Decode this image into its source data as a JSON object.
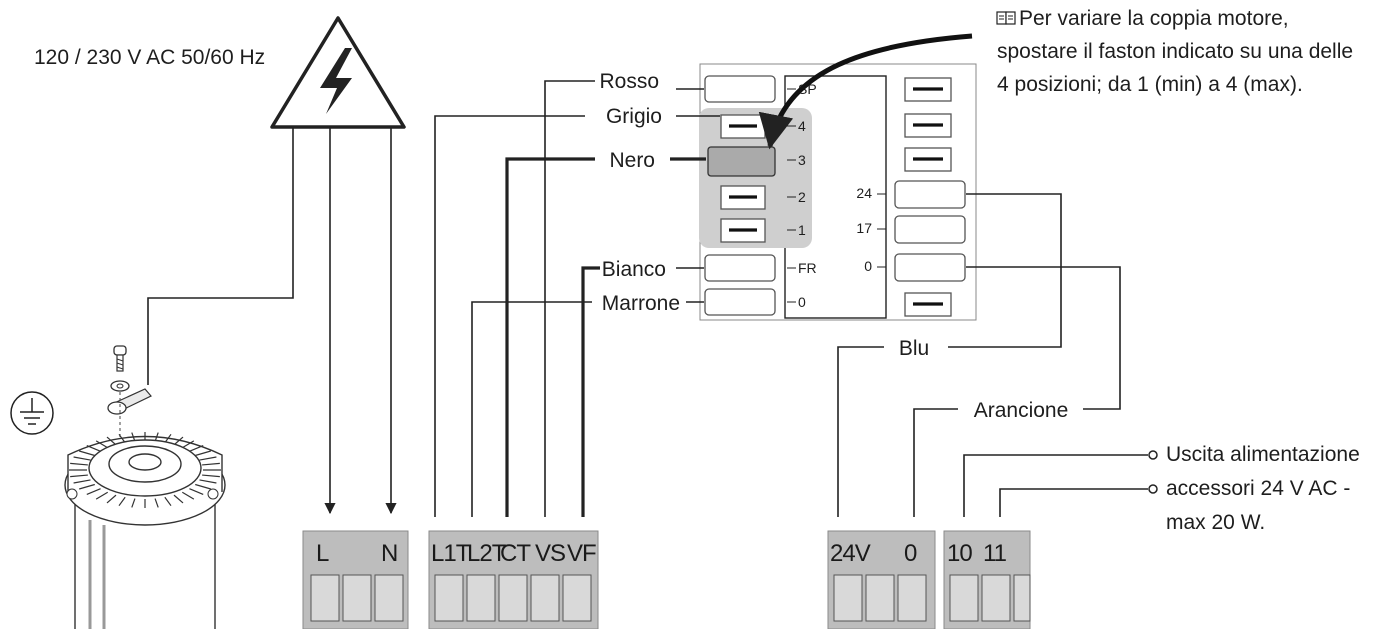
{
  "power_label": "120 / 230 V AC 50/60 Hz",
  "transformer": {
    "wire_left": [
      "Rosso",
      "Grigio",
      "Nero",
      "Bianco",
      "Marrone"
    ],
    "taps_left": [
      "SP",
      "4",
      "3",
      "2",
      "1",
      "FR",
      "0"
    ],
    "taps_right": [
      "24",
      "17",
      "0"
    ]
  },
  "note_lines": [
    "Per variare la coppia motore,",
    "spostare il faston indicato su una delle",
    "4 posizioni; da 1 (min) a 4 (max)."
  ],
  "secondary_wires": {
    "blu": "Blu",
    "arancione": "Arancione"
  },
  "accessory_lines": [
    "Uscita alimentazione",
    "accessori 24 V AC -",
    "max 20 W."
  ],
  "terminals": {
    "power": [
      "L",
      "N"
    ],
    "motor": [
      "L1T",
      "L2T",
      "CT",
      "VS",
      "VF"
    ],
    "supply": [
      "24V",
      "0"
    ],
    "accessories": [
      "10",
      "11"
    ]
  }
}
